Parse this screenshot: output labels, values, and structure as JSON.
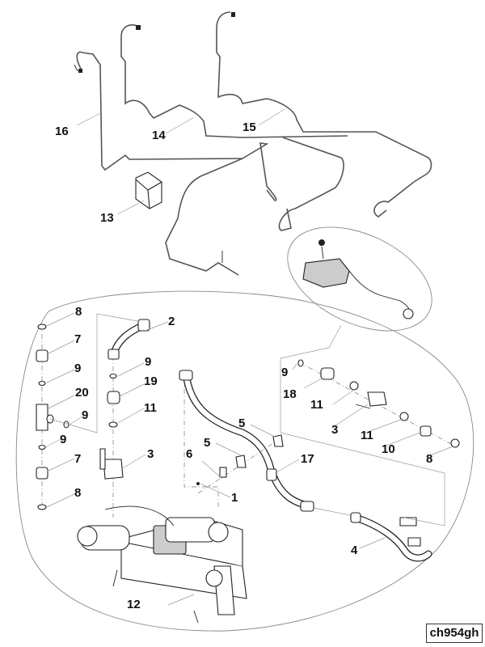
{
  "diagram": {
    "type": "exploded-parts-diagram",
    "drawing_code": "ch954gh",
    "callouts": [
      {
        "id": "c16",
        "label": "16"
      },
      {
        "id": "c14",
        "label": "14"
      },
      {
        "id": "c15",
        "label": "15"
      },
      {
        "id": "c13",
        "label": "13"
      },
      {
        "id": "c8a",
        "label": "8"
      },
      {
        "id": "c7a",
        "label": "7"
      },
      {
        "id": "c9a",
        "label": "9"
      },
      {
        "id": "c20",
        "label": "20"
      },
      {
        "id": "c9b",
        "label": "9"
      },
      {
        "id": "c9c",
        "label": "9"
      },
      {
        "id": "c7b",
        "label": "7"
      },
      {
        "id": "c8b",
        "label": "8"
      },
      {
        "id": "c2",
        "label": "2"
      },
      {
        "id": "c9d",
        "label": "9"
      },
      {
        "id": "c19",
        "label": "19"
      },
      {
        "id": "c11a",
        "label": "11"
      },
      {
        "id": "c3a",
        "label": "3"
      },
      {
        "id": "c6",
        "label": "6"
      },
      {
        "id": "c5a",
        "label": "5"
      },
      {
        "id": "c5b",
        "label": "5"
      },
      {
        "id": "c1",
        "label": "1"
      },
      {
        "id": "c17",
        "label": "17"
      },
      {
        "id": "c9e",
        "label": "9"
      },
      {
        "id": "c18",
        "label": "18"
      },
      {
        "id": "c11b",
        "label": "11"
      },
      {
        "id": "c3b",
        "label": "3"
      },
      {
        "id": "c11c",
        "label": "11"
      },
      {
        "id": "c10",
        "label": "10"
      },
      {
        "id": "c8c",
        "label": "8"
      },
      {
        "id": "c4",
        "label": "4"
      },
      {
        "id": "c12",
        "label": "12"
      }
    ]
  }
}
